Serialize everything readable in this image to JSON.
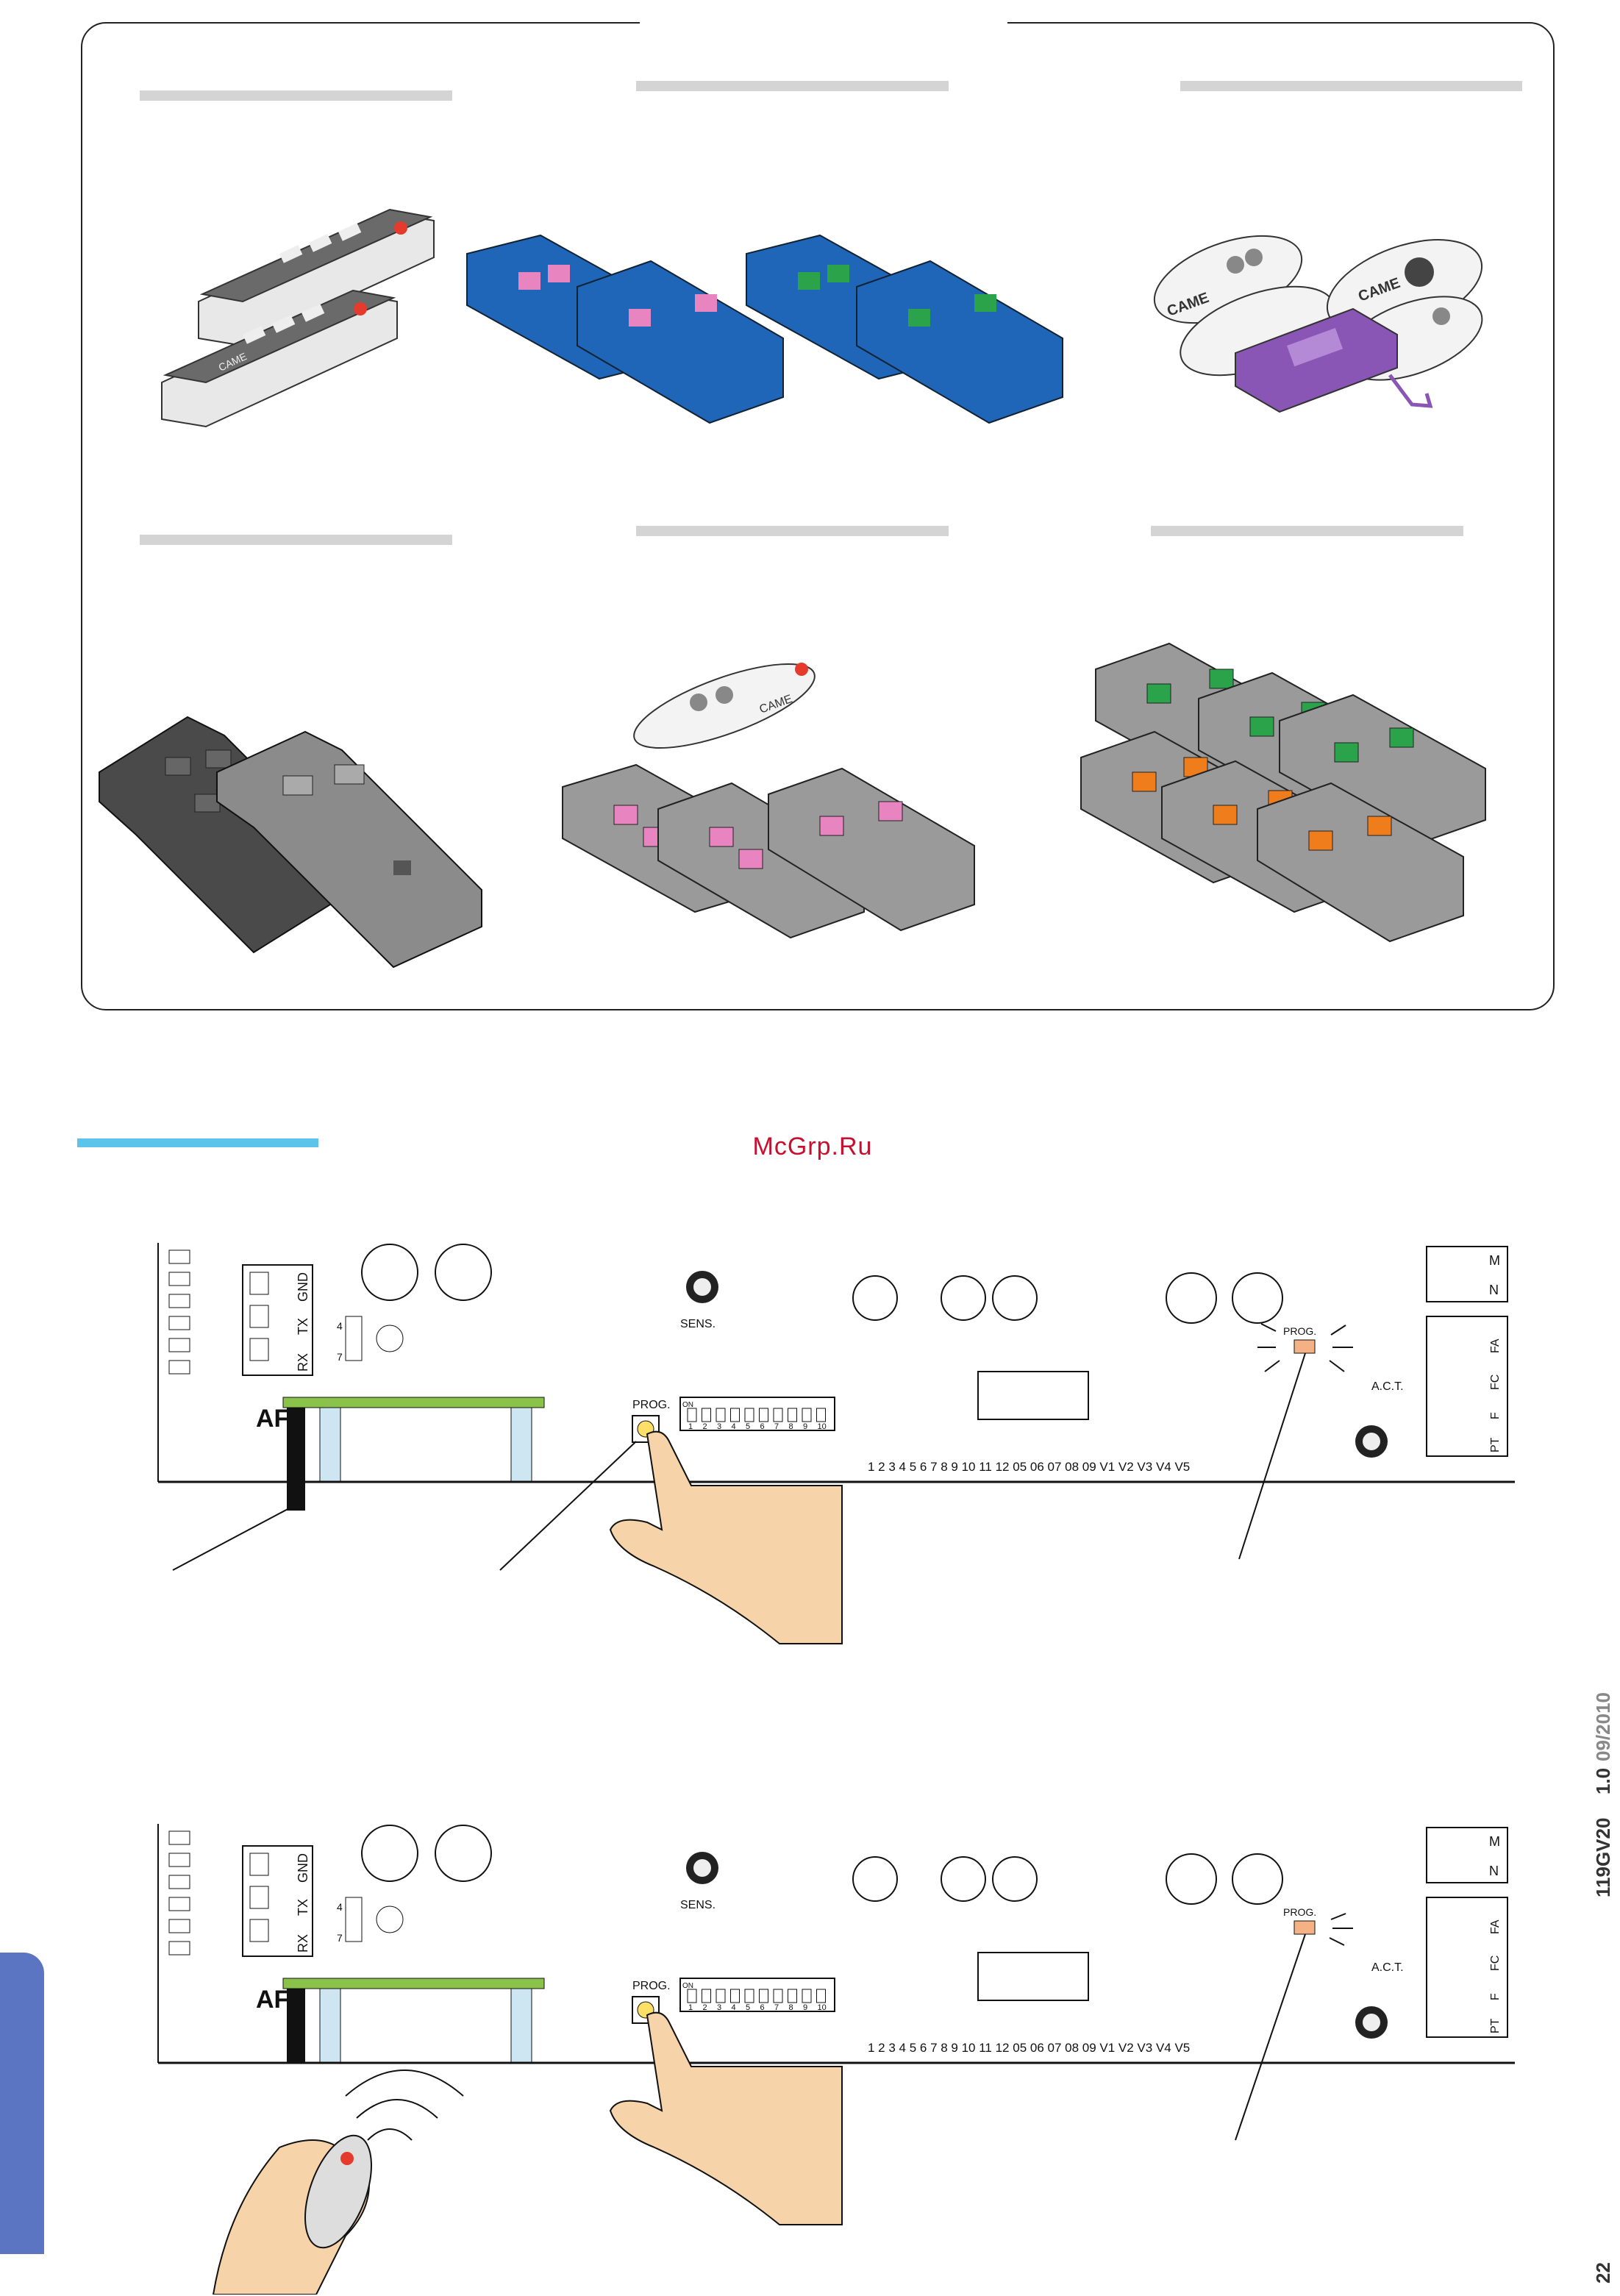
{
  "watermark": "McGrp.Ru",
  "colors": {
    "blue_bar": "#5bc4e8",
    "side_tab": "#5b75c2",
    "remote_blue": "#1f66b8",
    "remote_grey": "#9a9a9a",
    "remote_dark": "#555555",
    "button_pink": "#e884c0",
    "button_green": "#2aa34a",
    "button_orange": "#f07d1c",
    "keyfob_purple": "#8a56b5",
    "led": "#f4b184"
  },
  "remotes": {
    "tl_brand": "CAME",
    "tr_brand_a": "CAME",
    "tr_brand_b": "CAME",
    "bc_brand": "CAME"
  },
  "board": {
    "labels": {
      "rx": "RX",
      "tx": "TX",
      "gnd": "GND",
      "sens": "SENS.",
      "prog": "PROG.",
      "act": "A.C.T.",
      "af": "AF",
      "on": "ON",
      "n": "N",
      "m": "M",
      "pt": "PT",
      "f": "F",
      "fc": "FC",
      "fa": "FA",
      "jumper_4": "4",
      "jumper_7": "7"
    },
    "dip_numbers": [
      "1",
      "2",
      "3",
      "4",
      "5",
      "6",
      "7",
      "8",
      "9",
      "10"
    ],
    "terminal_row": "1 2 3 4 5 6 7 8 9 10 11 12    05  06  07  08  09    V1  V2  V3  V4  V5"
  },
  "footer": {
    "page_number": "22",
    "doc_code": "119GV20",
    "version": "1.0",
    "date": "09/2010"
  }
}
